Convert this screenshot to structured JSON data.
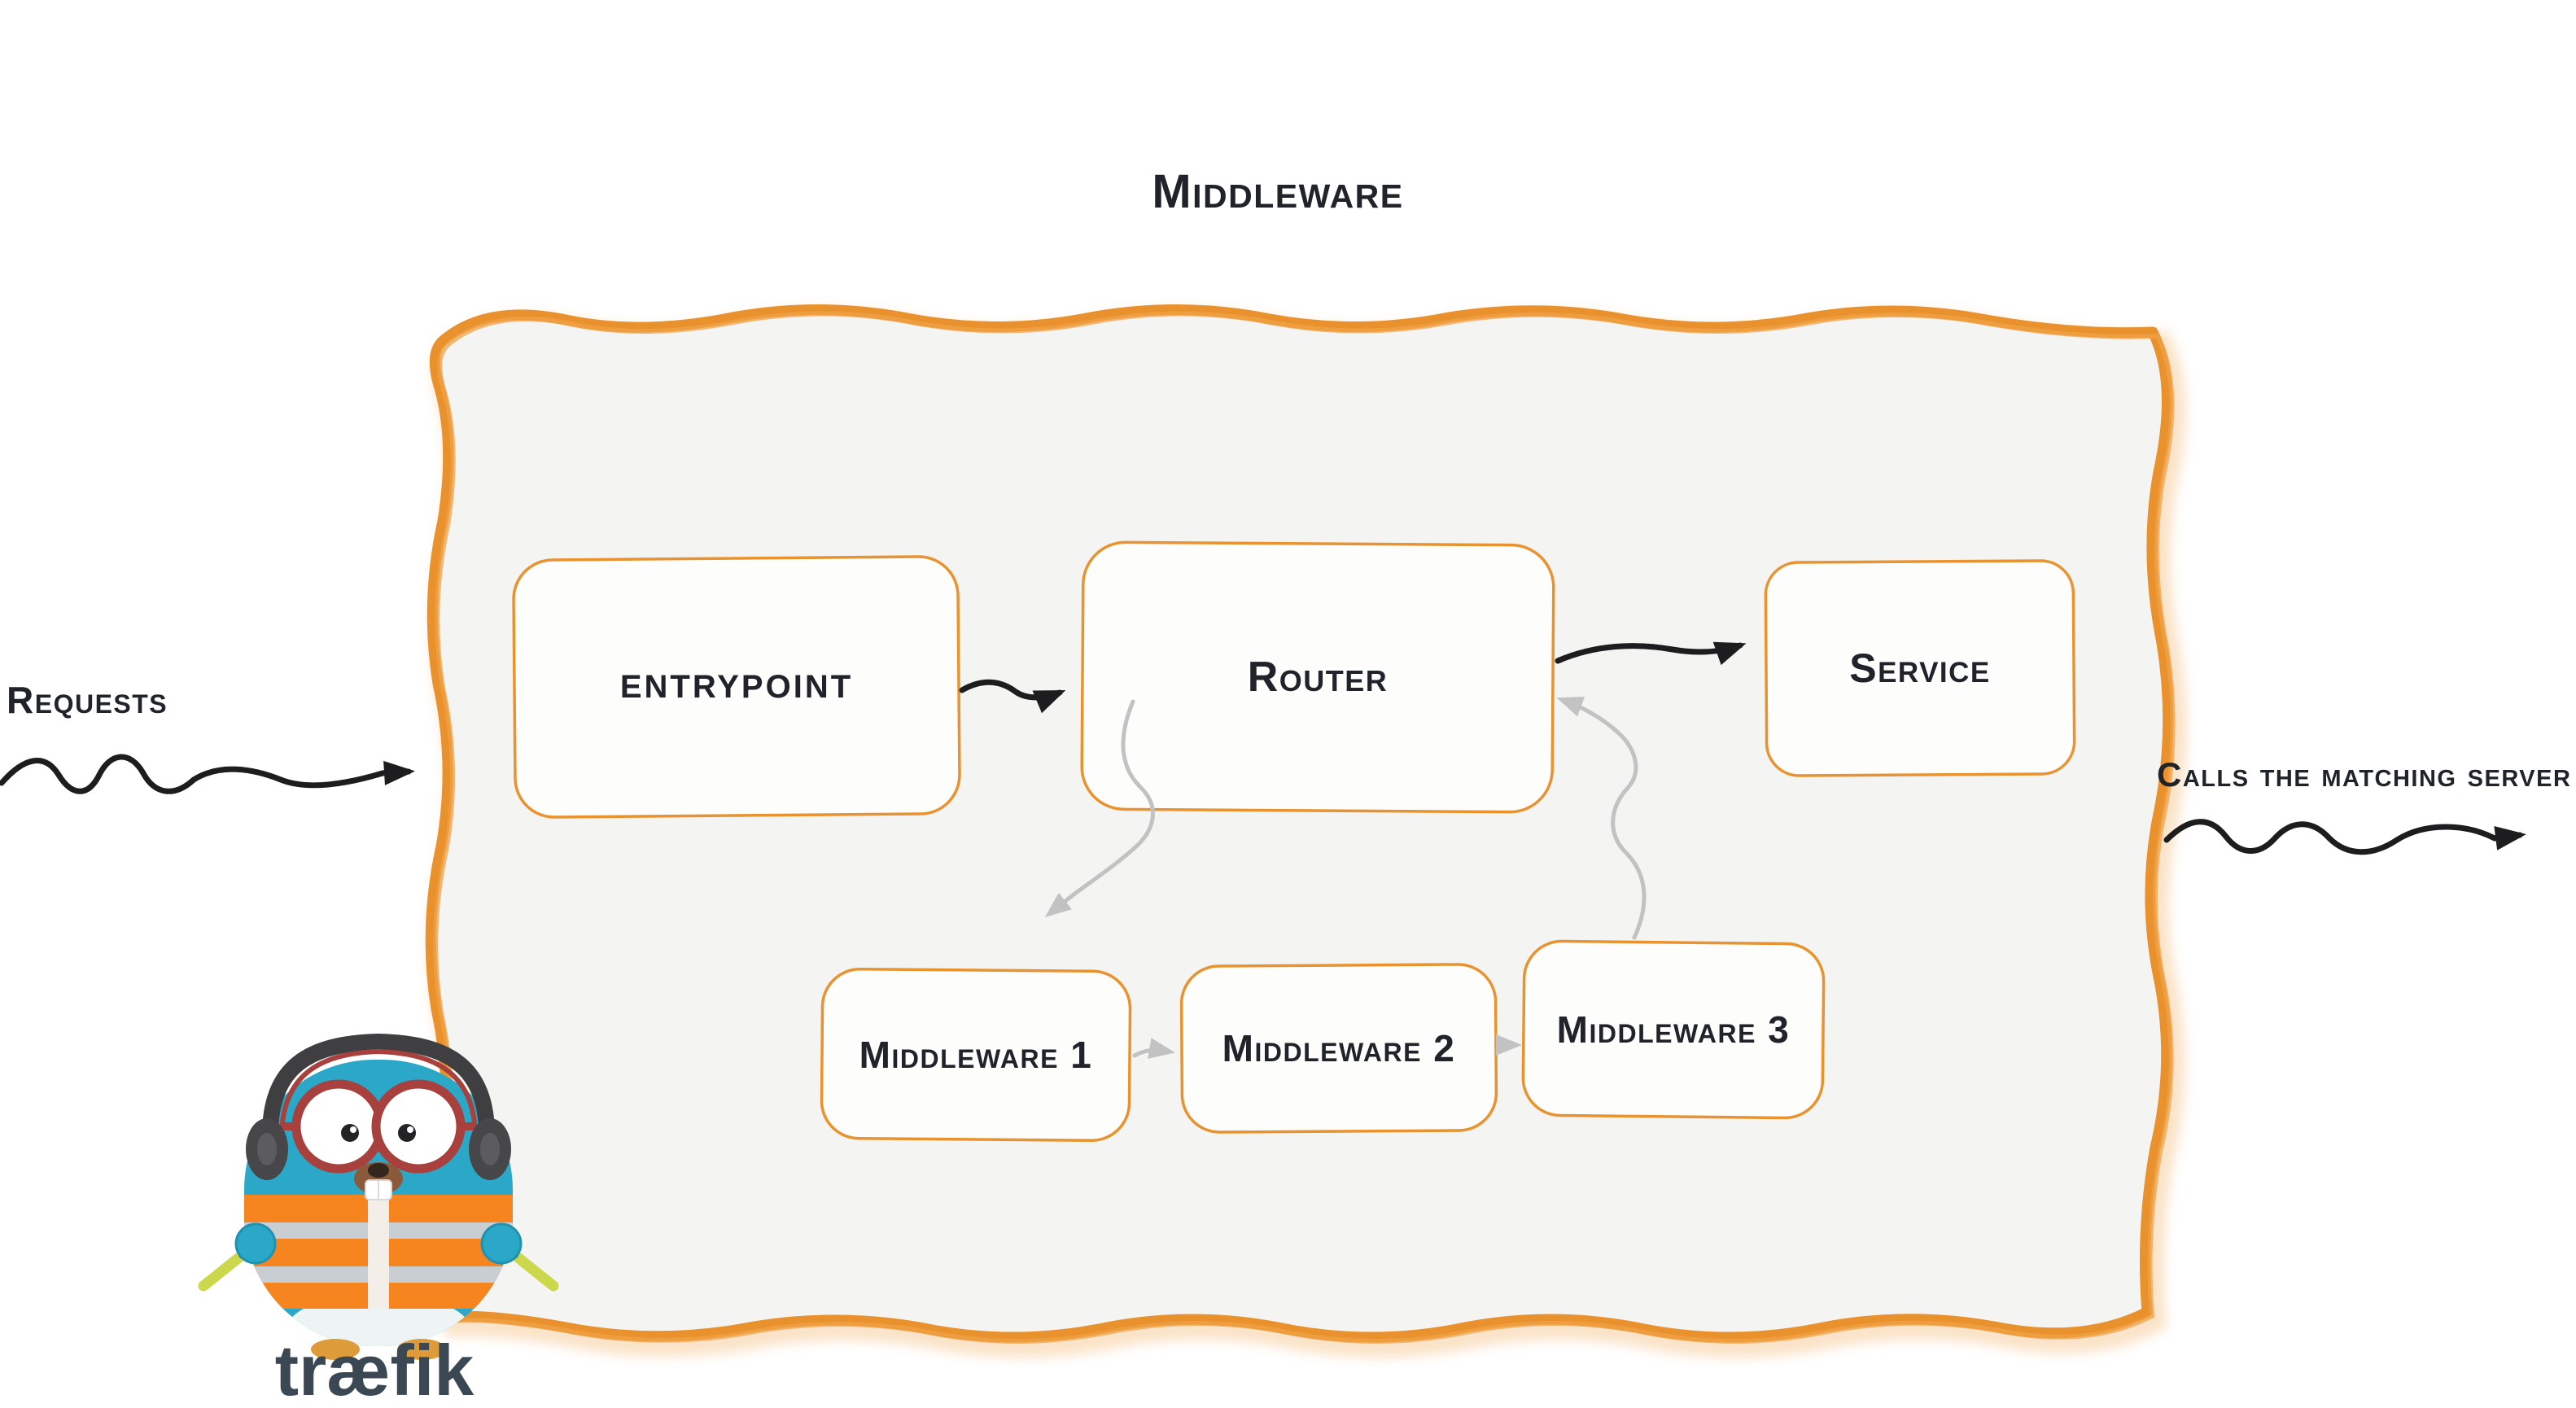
{
  "title": "Middleware",
  "annotations": {
    "requests": "Requests",
    "calls_matching": "Calls the matching server"
  },
  "nodes": {
    "entrypoint": {
      "label": "entrypoint"
    },
    "router": {
      "label": "Router"
    },
    "service": {
      "label": "Service"
    },
    "middleware1": {
      "label": "Middleware 1"
    },
    "middleware2": {
      "label": "Middleware 2"
    },
    "middleware3": {
      "label": "Middleware 3"
    }
  },
  "edges": [
    {
      "from": "requests-annotation",
      "to": "entrypoint",
      "style": "black-squiggle"
    },
    {
      "from": "entrypoint",
      "to": "router",
      "style": "black-squiggle"
    },
    {
      "from": "router",
      "to": "middleware1",
      "style": "gray-squiggle"
    },
    {
      "from": "middleware1",
      "to": "middleware2",
      "style": "gray-squiggle"
    },
    {
      "from": "middleware2",
      "to": "middleware3",
      "style": "gray-squiggle"
    },
    {
      "from": "middleware3",
      "to": "router",
      "style": "gray-squiggle"
    },
    {
      "from": "router",
      "to": "service",
      "style": "black-squiggle"
    },
    {
      "from": "service",
      "to": "calls-annotation",
      "style": "black-squiggle"
    }
  ],
  "logo": {
    "wordmark": "træfik"
  },
  "colors": {
    "container_border": "#e8912d",
    "container_fill": "#f4f4f2",
    "node_border": "#e8932f",
    "node_fill": "#fdfdfc",
    "arrow_primary": "#1d1d1f",
    "arrow_secondary": "#c2c2c2",
    "text": "#20242a",
    "logo_body": "#2ba7c7",
    "logo_vest": "#f6851f",
    "wordmark_color": "#3b4752"
  }
}
